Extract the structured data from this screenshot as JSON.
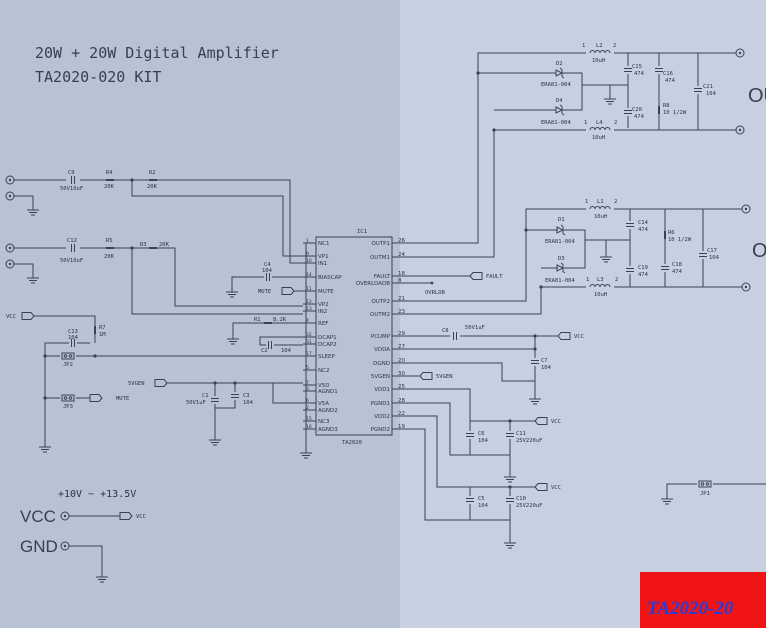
{
  "title": {
    "line1": "20W + 20W Digital Amplifier",
    "line2": "TA2020-020 KIT"
  },
  "ic": {
    "ref": "IC1",
    "part": "TA2020",
    "left_pins": [
      {
        "name": "NC1",
        "num": "1"
      },
      {
        "name": "VP1",
        "num": "9"
      },
      {
        "name": "IN1",
        "num": "10"
      },
      {
        "name": "BIASCAP",
        "num": "14"
      },
      {
        "name": "MUTE",
        "num": "11"
      },
      {
        "name": "VP2",
        "num": "12"
      },
      {
        "name": "IN2",
        "num": "13"
      },
      {
        "name": "REF",
        "num": "4"
      },
      {
        "name": "DCAP1",
        "num": "32"
      },
      {
        "name": "DCAP2",
        "num": "31"
      },
      {
        "name": "SLEEP",
        "num": "17"
      },
      {
        "name": "NC2",
        "num": "5"
      },
      {
        "name": "V5D",
        "num": "7"
      },
      {
        "name": "AGND1",
        "num": "3"
      },
      {
        "name": "V5A",
        "num": "6"
      },
      {
        "name": "AGND2",
        "num": "2"
      },
      {
        "name": "NC3",
        "num": "15"
      },
      {
        "name": "AGND3",
        "num": "16"
      }
    ],
    "right_pins": [
      {
        "name": "OUTP1",
        "num": "26"
      },
      {
        "name": "OUTM1",
        "num": "24"
      },
      {
        "name": "FAULT",
        "num": "18"
      },
      {
        "name": "OVERLOADB",
        "num": "8"
      },
      {
        "name": "OUTP2",
        "num": "21"
      },
      {
        "name": "OUTM2",
        "num": "23"
      },
      {
        "name": "PCUMP",
        "num": "29"
      },
      {
        "name": "VDDA",
        "num": "27"
      },
      {
        "name": "DGND",
        "num": "20"
      },
      {
        "name": "5VGEN",
        "num": "30"
      },
      {
        "name": "VDD1",
        "num": "25"
      },
      {
        "name": "PGND1",
        "num": "28"
      },
      {
        "name": "VDD2",
        "num": "22"
      },
      {
        "name": "PGND2",
        "num": "19"
      }
    ]
  },
  "components": {
    "C9": {
      "ref": "C9",
      "value": "50V10uF"
    },
    "R4": {
      "ref": "R4",
      "value": "20K"
    },
    "R2": {
      "ref": "R2",
      "value": "20K"
    },
    "C12": {
      "ref": "C12",
      "value": "50V10uF"
    },
    "R5": {
      "ref": "R5",
      "value": "20K"
    },
    "R3": {
      "ref": "R3",
      "value": "20K"
    },
    "C4": {
      "ref": "C4",
      "value": "104"
    },
    "R1": {
      "ref": "R1",
      "value": "8.2K"
    },
    "C2": {
      "ref": "C2",
      "value": "104"
    },
    "C13": {
      "ref": "C13",
      "value": "104"
    },
    "R7": {
      "ref": "R7",
      "value": "1M"
    },
    "JP2": {
      "ref": "JP2"
    },
    "JP3": {
      "ref": "JP3"
    },
    "C1": {
      "ref": "C1",
      "value": "50V1uF"
    },
    "C3": {
      "ref": "C3",
      "value": "104"
    },
    "C8": {
      "ref": "C8",
      "value": "50V1uF"
    },
    "C7": {
      "ref": "C7",
      "value": "104"
    },
    "C6": {
      "ref": "C6",
      "value": "104"
    },
    "C11": {
      "ref": "C11",
      "value": "25V220uF"
    },
    "C5": {
      "ref": "C5",
      "value": "104"
    },
    "C10": {
      "ref": "C10",
      "value": "25V220uF"
    },
    "L2": {
      "ref": "L2",
      "value": "10uH"
    },
    "L4": {
      "ref": "L4",
      "value": "10uH"
    },
    "D2": {
      "ref": "D2",
      "value": "ERA81-004"
    },
    "D4": {
      "ref": "D4",
      "value": "ERA81-004"
    },
    "C15": {
      "ref": "C15",
      "value": "474"
    },
    "C20": {
      "ref": "C20",
      "value": "474"
    },
    "C16": {
      "ref": "C16",
      "value": "474"
    },
    "R8": {
      "ref": "R8",
      "value": "10 1/2W"
    },
    "C21": {
      "ref": "C21",
      "value": "104"
    },
    "L1": {
      "ref": "L1",
      "value": "10uH"
    },
    "L3": {
      "ref": "L3",
      "value": "10uH"
    },
    "D1": {
      "ref": "D1",
      "value": "ERA81-004"
    },
    "D3": {
      "ref": "D3",
      "value": "ERA81-004"
    },
    "C14": {
      "ref": "C14",
      "value": "474"
    },
    "C19": {
      "ref": "C19",
      "value": "474"
    },
    "R6": {
      "ref": "R6",
      "value": "10 1/2W"
    },
    "C18": {
      "ref": "C18",
      "value": "474"
    },
    "C17": {
      "ref": "C17",
      "value": "104"
    },
    "JP1": {
      "ref": "JP1"
    }
  },
  "pin_marks": {
    "p1": "1",
    "p2": "2"
  },
  "nets": {
    "vcc": "VCC",
    "mute": "MUTE",
    "fault": "FAULT",
    "ovrldb": "OVRLDB",
    "gen5v": "5VGEN"
  },
  "power": {
    "range": "+10V ~ +13.5V",
    "vcc": "VCC",
    "gnd": "GND"
  },
  "outputs": {
    "top": "OU",
    "bottom": "O"
  },
  "badge": {
    "text": "TA2020-20",
    "bg": "#f01414",
    "fg": "#1f3fe0"
  }
}
